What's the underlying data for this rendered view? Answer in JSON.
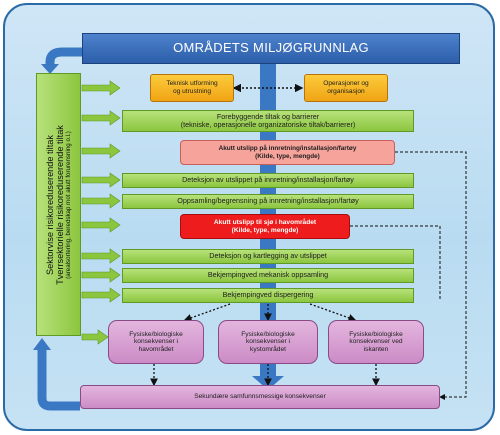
{
  "title": "OMRÅDETS MILJØGRUNNLAG",
  "top_boxes": {
    "teknisk": "Teknisk utforming\nog utrustning",
    "operasjoner": "Operasjoner og\norganisasjon"
  },
  "sidebar": {
    "line1": "Sektorvise risikoreduserende tiltak",
    "line2": "Tverrsektorielle risikoreduserende tiltak",
    "line3": "(arealsortering, beredskap mot akutt forurensning o.l.)"
  },
  "steps": {
    "forebyggende": "Forebyggende tiltak og barrierer\n(tekniske, operasjonelle organizatoriske tiltak/barrierer)",
    "akutt_innretning": "Akutt utslipp på innretning/installasjon/fartøy\n(Kilde, type, mengde)",
    "deteksjon_innretning": "Deteksjon av utslippet på innretning/installasjon/fartøy",
    "oppsamling": "Oppsamling/begrensning på innretning/installasjon/fartøy",
    "akutt_havomrade": "Akutt utslipp til sjø i havområdet\n(Kilde, type, mengde)",
    "deteksjon_kartlegging": "Deteksjon og kartlegging av utslippet",
    "bekjemping_mekanisk": "Bekjempingved mekanisk oppsamling",
    "bekjemping_dispergering": "Bekjempingved dispergering"
  },
  "consequences": {
    "havomradet": "Fysiske/biologiske\nkonsekvenser i\nhavområdet",
    "kystomradet": "Fysiske/biologiske\nkonsekvenser i\nkystområdet",
    "iskanten": "Fysiske/biologiske\nkonsekvenser ved\niskanten"
  },
  "secondary": "Sekundære samfunnsmessige konsekvenser",
  "colors": {
    "title_blue": "#2c5eaa",
    "green": "#8cc63f",
    "orange": "#f0a414",
    "pink": "#f6a39b",
    "red": "#ee1c1c",
    "purple": "#cc8bc6",
    "arrow_blue": "#3a78c4"
  }
}
